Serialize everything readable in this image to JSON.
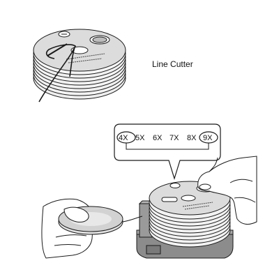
{
  "labels": {
    "line_cutter": "Line Cutter"
  },
  "magnification": {
    "options": [
      "4X",
      "5X",
      "6X",
      "7X",
      "8X",
      "9X"
    ],
    "min_selected": "4X",
    "max_selected": "9X"
  },
  "colors": {
    "stroke": "#1a1a1a",
    "fill_light": "#f2f2f2",
    "fill_mid": "#d9d9d9",
    "fill_dark": "#9a9a9a",
    "holder": "#8c8c8c"
  }
}
